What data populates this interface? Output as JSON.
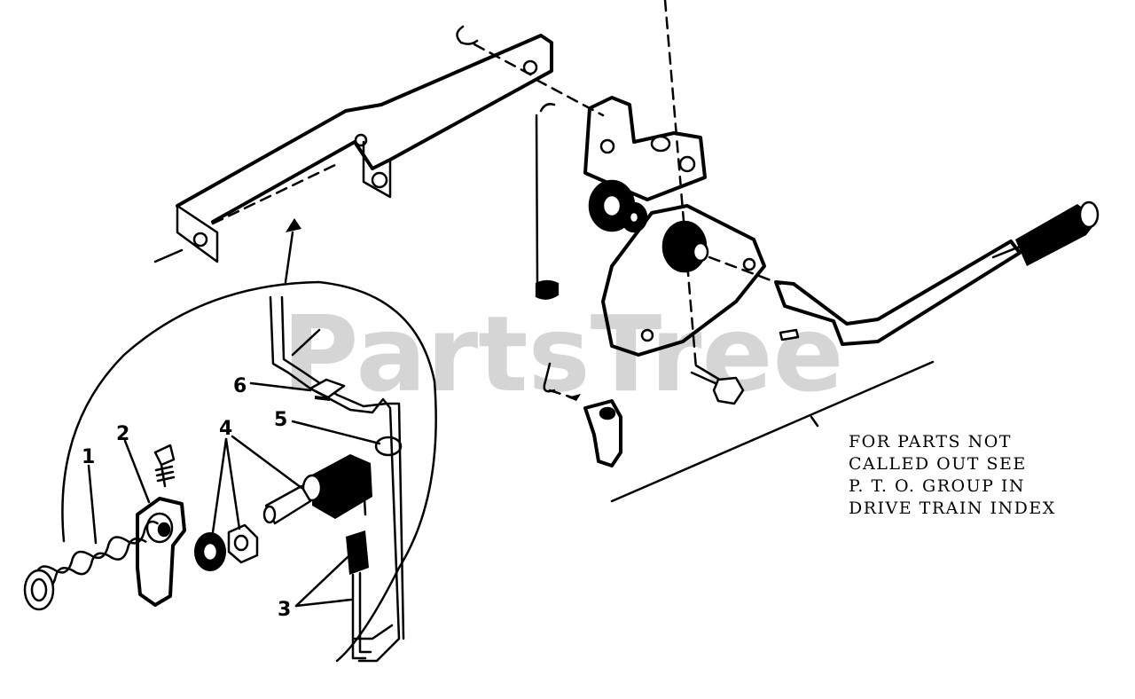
{
  "watermark": "PartsTree",
  "callouts": {
    "c1": "1",
    "c2": "2",
    "c3": "3",
    "c4": "4",
    "c5": "5",
    "c6": "6"
  },
  "note": {
    "line1": "FOR PARTS NOT",
    "line2": "CALLED OUT SEE",
    "line3": "P. T. O. GROUP IN",
    "line4": "DRIVE TRAIN INDEX"
  }
}
